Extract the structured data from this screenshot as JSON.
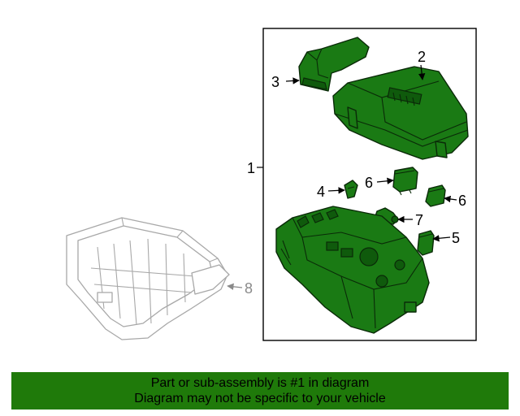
{
  "callouts": {
    "c1": "1",
    "c2": "2",
    "c3": "3",
    "c4": "4",
    "c5": "5",
    "c6a": "6",
    "c6b": "6",
    "c7": "7",
    "c8": "8"
  },
  "banner": {
    "line1": "Part or sub-assembly is #1 in diagram",
    "line2": "Diagram may not be specific to your vehicle"
  },
  "colors": {
    "highlight": "#1a7a14",
    "banner": "#1f7a0a",
    "ghost": "#a8a8a8"
  }
}
